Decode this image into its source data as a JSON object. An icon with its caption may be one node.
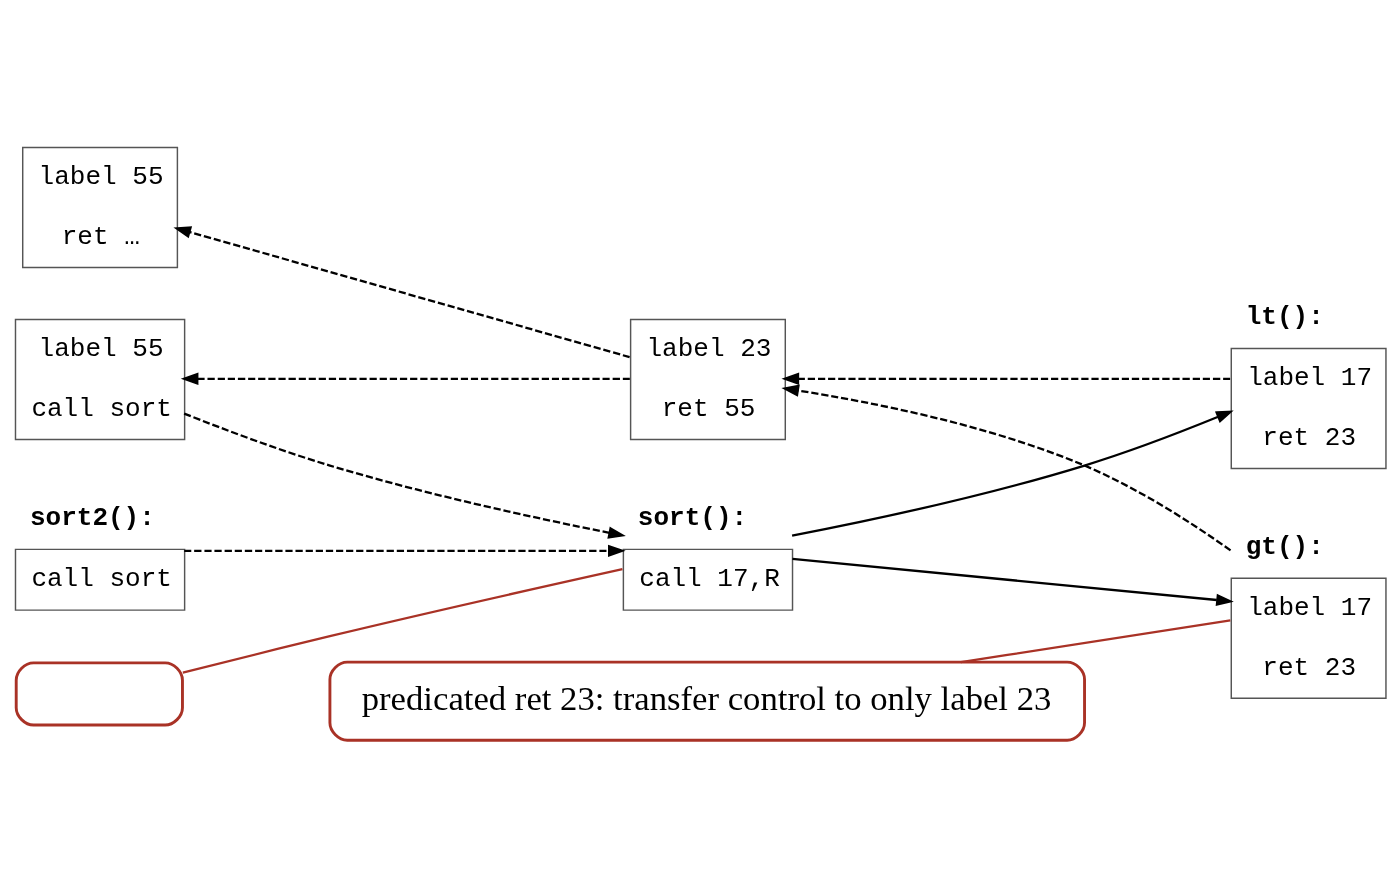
{
  "diagram": {
    "nodes": [
      {
        "text": [
          "sort2():",
          "call sort"
        ]
      },
      {
        "text": [
          "label 55",
          "call sort"
        ]
      },
      {
        "text": [
          "label 55",
          "ret …"
        ]
      },
      {
        "text": [
          "sort():",
          "call 17,R"
        ]
      },
      {
        "text": [
          "label 23",
          "ret 55"
        ]
      },
      {
        "text": [
          "lt():",
          "label 17",
          "ret 23"
        ]
      },
      {
        "text": [
          "gt():",
          "label 17",
          "ret 23"
        ]
      },
      {
        "text": [],
        "shape": "callout"
      },
      {
        "text": [
          "predicated ret 23: transfer control to only label 23"
        ]
      }
    ],
    "edges": [
      {
        "from": 0,
        "to": 3,
        "arrow": "to",
        "style": "dashed"
      },
      {
        "from": 1,
        "to": 3,
        "arrow": "to",
        "style": "dashed"
      },
      {
        "from": 3,
        "to": 5,
        "arrow": "to"
      },
      {
        "from": 3,
        "to": 6,
        "arrow": "to"
      },
      {
        "from": 5,
        "to": 4,
        "arrow": "to",
        "style": "dashed"
      },
      {
        "from": 4,
        "to": 1,
        "arrow": "to",
        "style": "dashed"
      },
      {
        "from": 6,
        "to": 4,
        "arrow": "to",
        "style": "dashed"
      },
      {
        "from": 4,
        "to": 2,
        "arrow": "to",
        "style": "dashed"
      },
      {
        "from": 7,
        "to": 3,
        "arrow": "none",
        "color": "#a93226"
      },
      {
        "from": 8,
        "to": 6,
        "arrow": "none",
        "color": "#a93226"
      }
    ]
  }
}
